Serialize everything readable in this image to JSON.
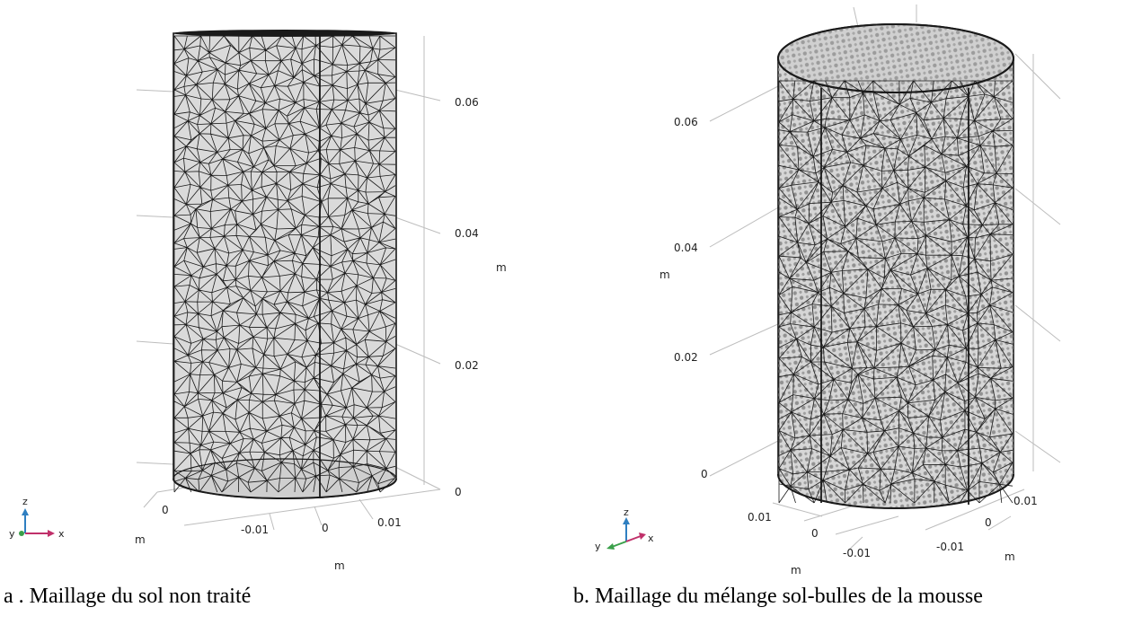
{
  "panel_a": {
    "caption": "a . Maillage du sol non traité",
    "z_ticks": [
      "0.06",
      "0.04",
      "0.02",
      "0"
    ],
    "z_unit": "m",
    "x_ticks": [
      "-0.01",
      "0",
      "0.01"
    ],
    "x_unit": "m",
    "y_ticks": [
      "0"
    ],
    "y_unit": "m",
    "triad": {
      "z": "z",
      "y": "y",
      "x": "x"
    }
  },
  "panel_b": {
    "caption": "b. Maillage du mélange sol-bulles de la mousse",
    "z_ticks": [
      "0.06",
      "0.04",
      "0.02",
      "0"
    ],
    "z_unit": "m",
    "x_ticks": [
      "0.01",
      "0",
      "-0.01"
    ],
    "x_unit": "m",
    "y_ticks": [
      "0.01",
      "0",
      "-0.01"
    ],
    "y_unit": "m",
    "triad": {
      "z": "z",
      "y": "y",
      "x": "x"
    }
  },
  "colors": {
    "mesh": "#1a1a1a",
    "fill": "#d9d9d9",
    "grid": "#bdbdbd",
    "triad_z": "#2f7fc1",
    "triad_x": "#c0306a",
    "triad_y": "#3aa04a"
  }
}
